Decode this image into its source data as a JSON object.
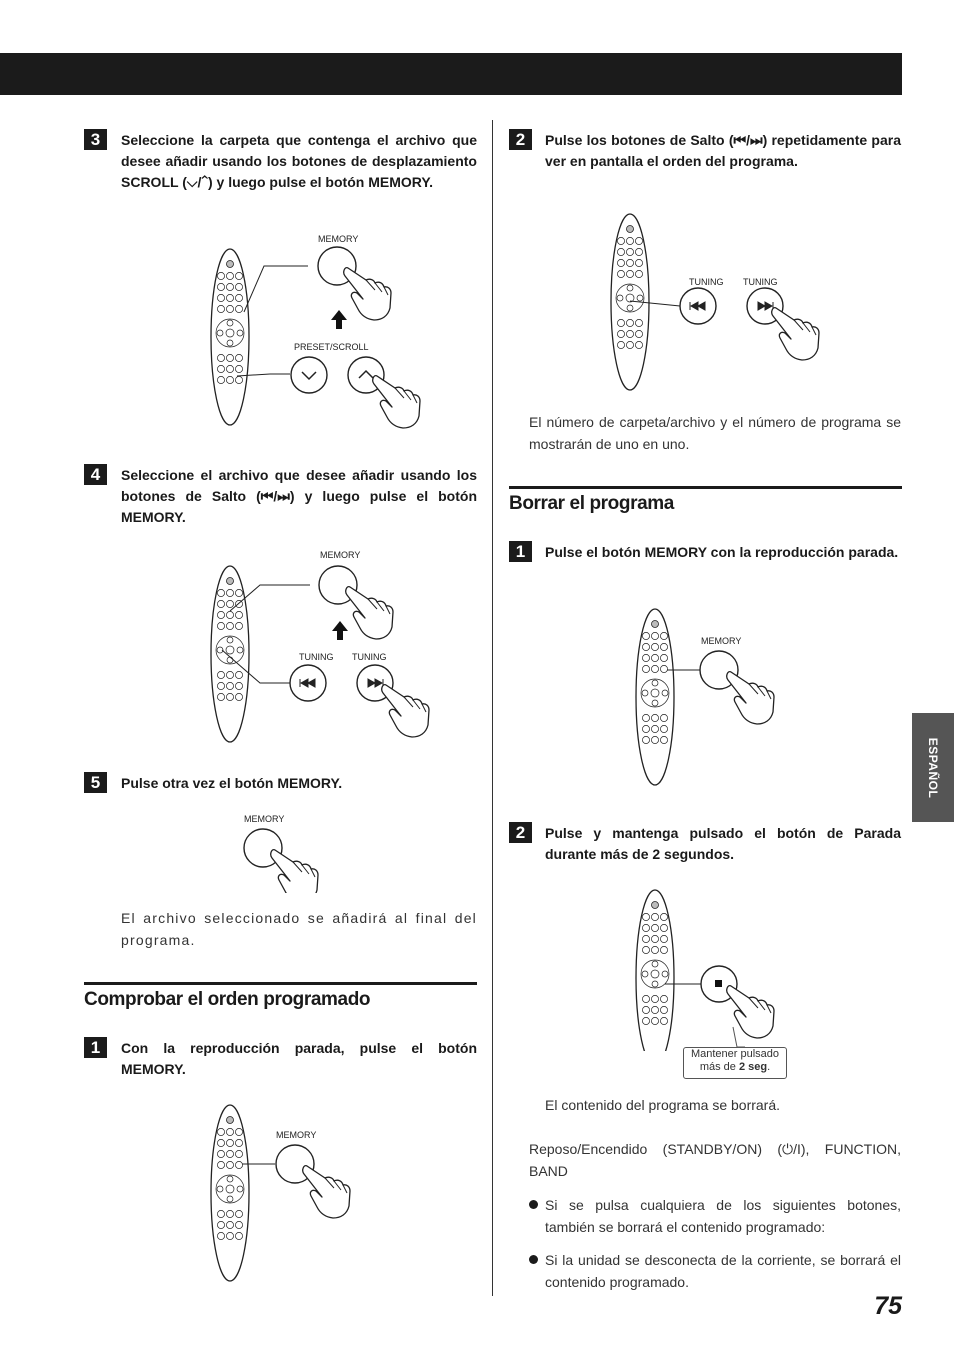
{
  "page_number": "75",
  "side_tab": "ESPAÑOL",
  "left": {
    "step3": {
      "num": "3",
      "text": "Seleccione la carpeta que contenga el archivo que desee añadir usando los botones de desplazamiento SCROLL (⌵/⌃) y luego pulse el botón MEMORY."
    },
    "fig3": {
      "memory_label": "MEMORY",
      "preset_label": "PRESET/SCROLL"
    },
    "step4": {
      "num": "4",
      "text": "Seleccione el archivo que desee añadir usando los botones de Salto (⏮/⏭) y luego pulse el botón MEMORY."
    },
    "fig4": {
      "memory_label": "MEMORY",
      "tuning_left": "TUNING",
      "tuning_right": "TUNING"
    },
    "step5": {
      "num": "5",
      "text": "Pulse otra vez el botón MEMORY."
    },
    "fig5": {
      "memory_label": "MEMORY"
    },
    "step5_note": "El archivo seleccionado se añadirá al final del programa.",
    "section_title": "Comprobar el orden programado",
    "check1": {
      "num": "1",
      "text": "Con la reproducción parada, pulse el botón MEMORY."
    },
    "fig_check1": {
      "memory_label": "MEMORY"
    }
  },
  "right": {
    "check2": {
      "num": "2",
      "text": "Pulse los botones de Salto (⏮/⏭) repetidamente para ver en pantalla el orden del programa."
    },
    "fig_check2": {
      "tuning_left": "TUNING",
      "tuning_right": "TUNING"
    },
    "check2_note": "El número de carpeta/archivo y el número de programa se mostrarán de uno en uno.",
    "section_title": "Borrar el programa",
    "del1": {
      "num": "1",
      "text": "Pulse el botón MEMORY con la reproducción parada."
    },
    "fig_del1": {
      "memory_label": "MEMORY"
    },
    "del2": {
      "num": "2",
      "text": "Pulse y mantenga pulsado el botón de Parada durante más de 2 segundos."
    },
    "hold_line1": "Mantener pulsado",
    "hold_line2_prefix": "más de ",
    "hold_line2_bold": "2 seg",
    "hold_line2_suffix": ".",
    "del2_note": "El contenido del programa se borrará.",
    "standby_note": "Reposo/Encendido (STANDBY/ON) (⏻/I), FUNCTION, BAND",
    "bullets": [
      "Si se pulsa cualquiera de los siguientes botones, también se borrará el contenido programado:",
      "Si la unidad se desconecta de la corriente, se borrará el contenido programado."
    ]
  }
}
